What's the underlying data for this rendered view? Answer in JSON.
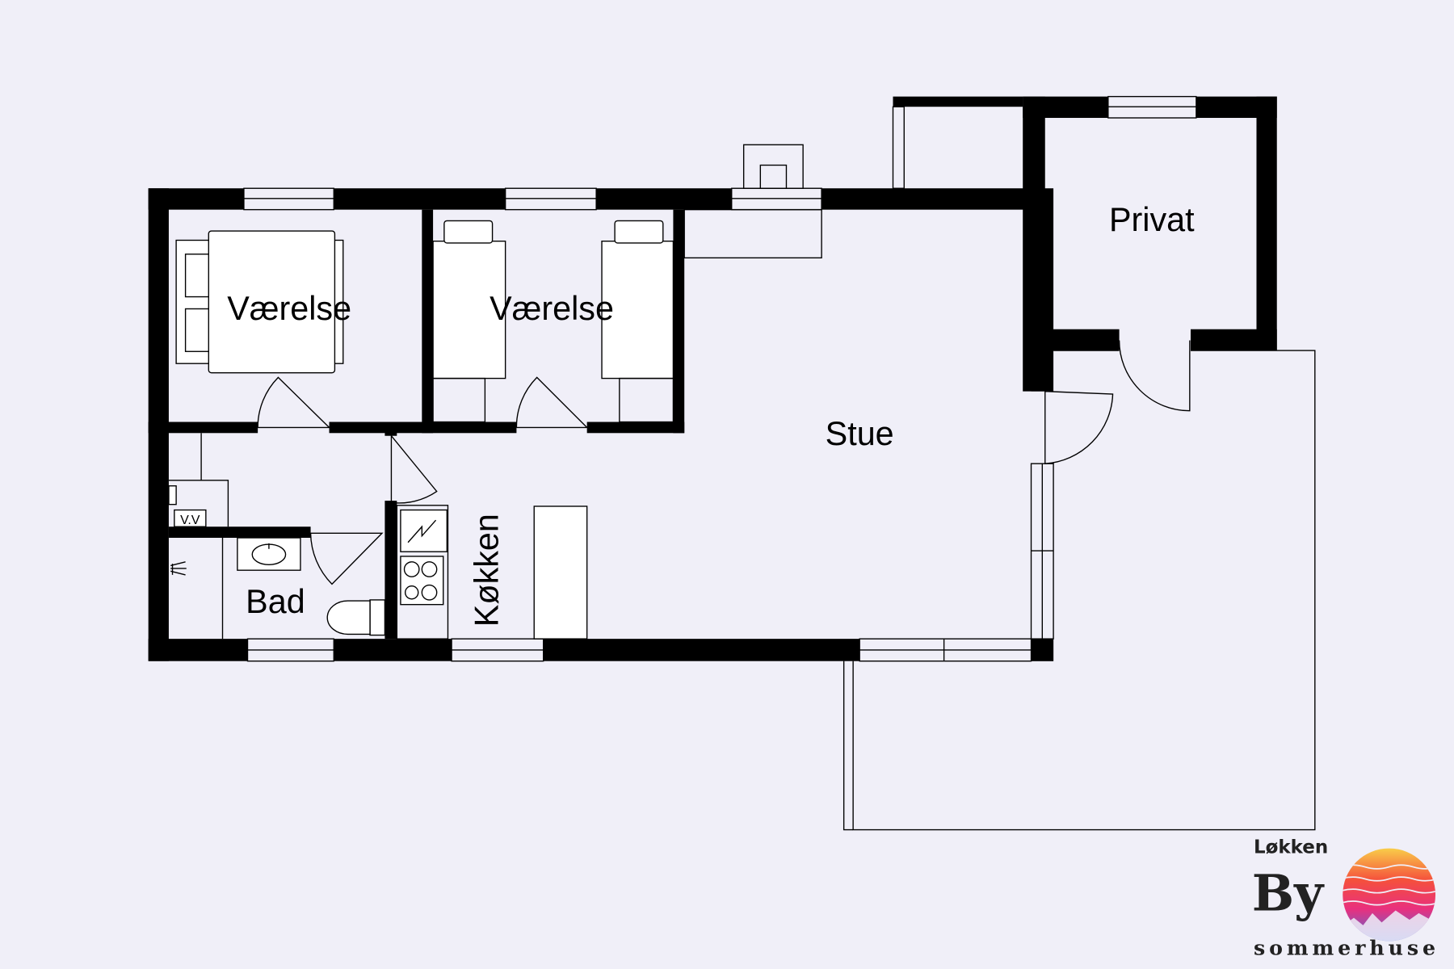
{
  "rooms": {
    "bedroom_1": "Værelse",
    "bedroom_2": "Værelse",
    "living": "Stue",
    "private": "Privat",
    "bath": "Bad",
    "kitchen": "Køkken",
    "utility": "V.V"
  },
  "logo": {
    "line1": "Løkken",
    "line2": "By",
    "line3": "sommerhuse"
  },
  "colors": {
    "background": "#f0eff8",
    "wall": "#000000"
  }
}
